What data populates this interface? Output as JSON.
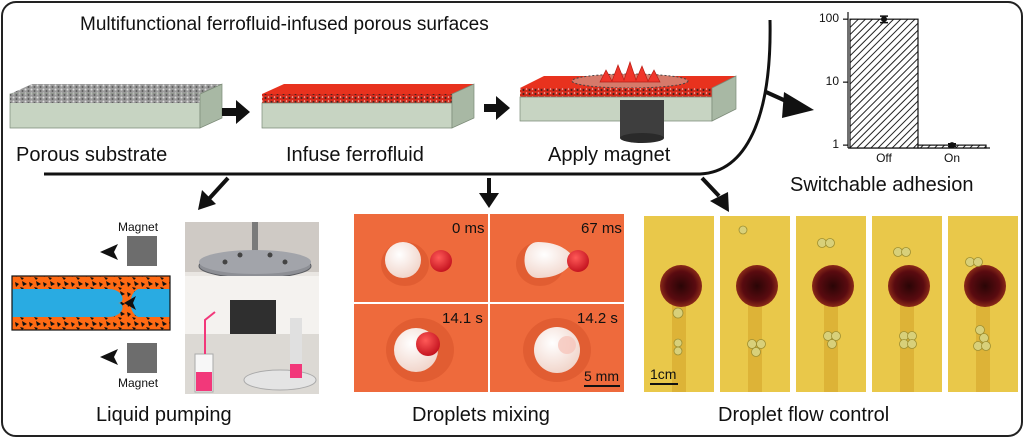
{
  "title": "Multifunctional ferrofluid-infused porous surfaces",
  "steps": [
    {
      "label": "Porous substrate"
    },
    {
      "label": "Infuse ferrofluid"
    },
    {
      "label": "Apply magnet"
    }
  ],
  "applications": [
    {
      "label": "Liquid pumping"
    },
    {
      "label": "Droplets mixing"
    },
    {
      "label": "Droplet flow control"
    },
    {
      "label": "Switchable adhesion"
    }
  ],
  "pumping": {
    "magnet_top": "Magnet",
    "magnet_bottom": "Magnet"
  },
  "mixing": {
    "frames": [
      {
        "time": "0 ms"
      },
      {
        "time": "67 ms"
      },
      {
        "time": "14.1 s"
      },
      {
        "time": "14.2 s"
      }
    ],
    "scale_bar": "5 mm"
  },
  "flow_control": {
    "scale_bar": "1cm",
    "frames": 5
  },
  "colors": {
    "ferrofluid": "#e8321e",
    "substrate_side": "#c7d4c2",
    "channel_water": "#29abe2",
    "channel_wall": "#ff6a13",
    "flow_bg": "#e9c84a",
    "mixing_bg": "#ee6a3c"
  },
  "chart_data": {
    "type": "bar",
    "categories": [
      "Off",
      "On"
    ],
    "values": [
      100,
      1
    ],
    "errors": [
      12,
      0.05
    ],
    "yscale": "log",
    "ylim": [
      0.9,
      130
    ],
    "yticks": [
      "100",
      "10",
      "1"
    ],
    "title": "",
    "xlabel": "",
    "ylabel": "",
    "pattern": "diagonal-hatch"
  }
}
